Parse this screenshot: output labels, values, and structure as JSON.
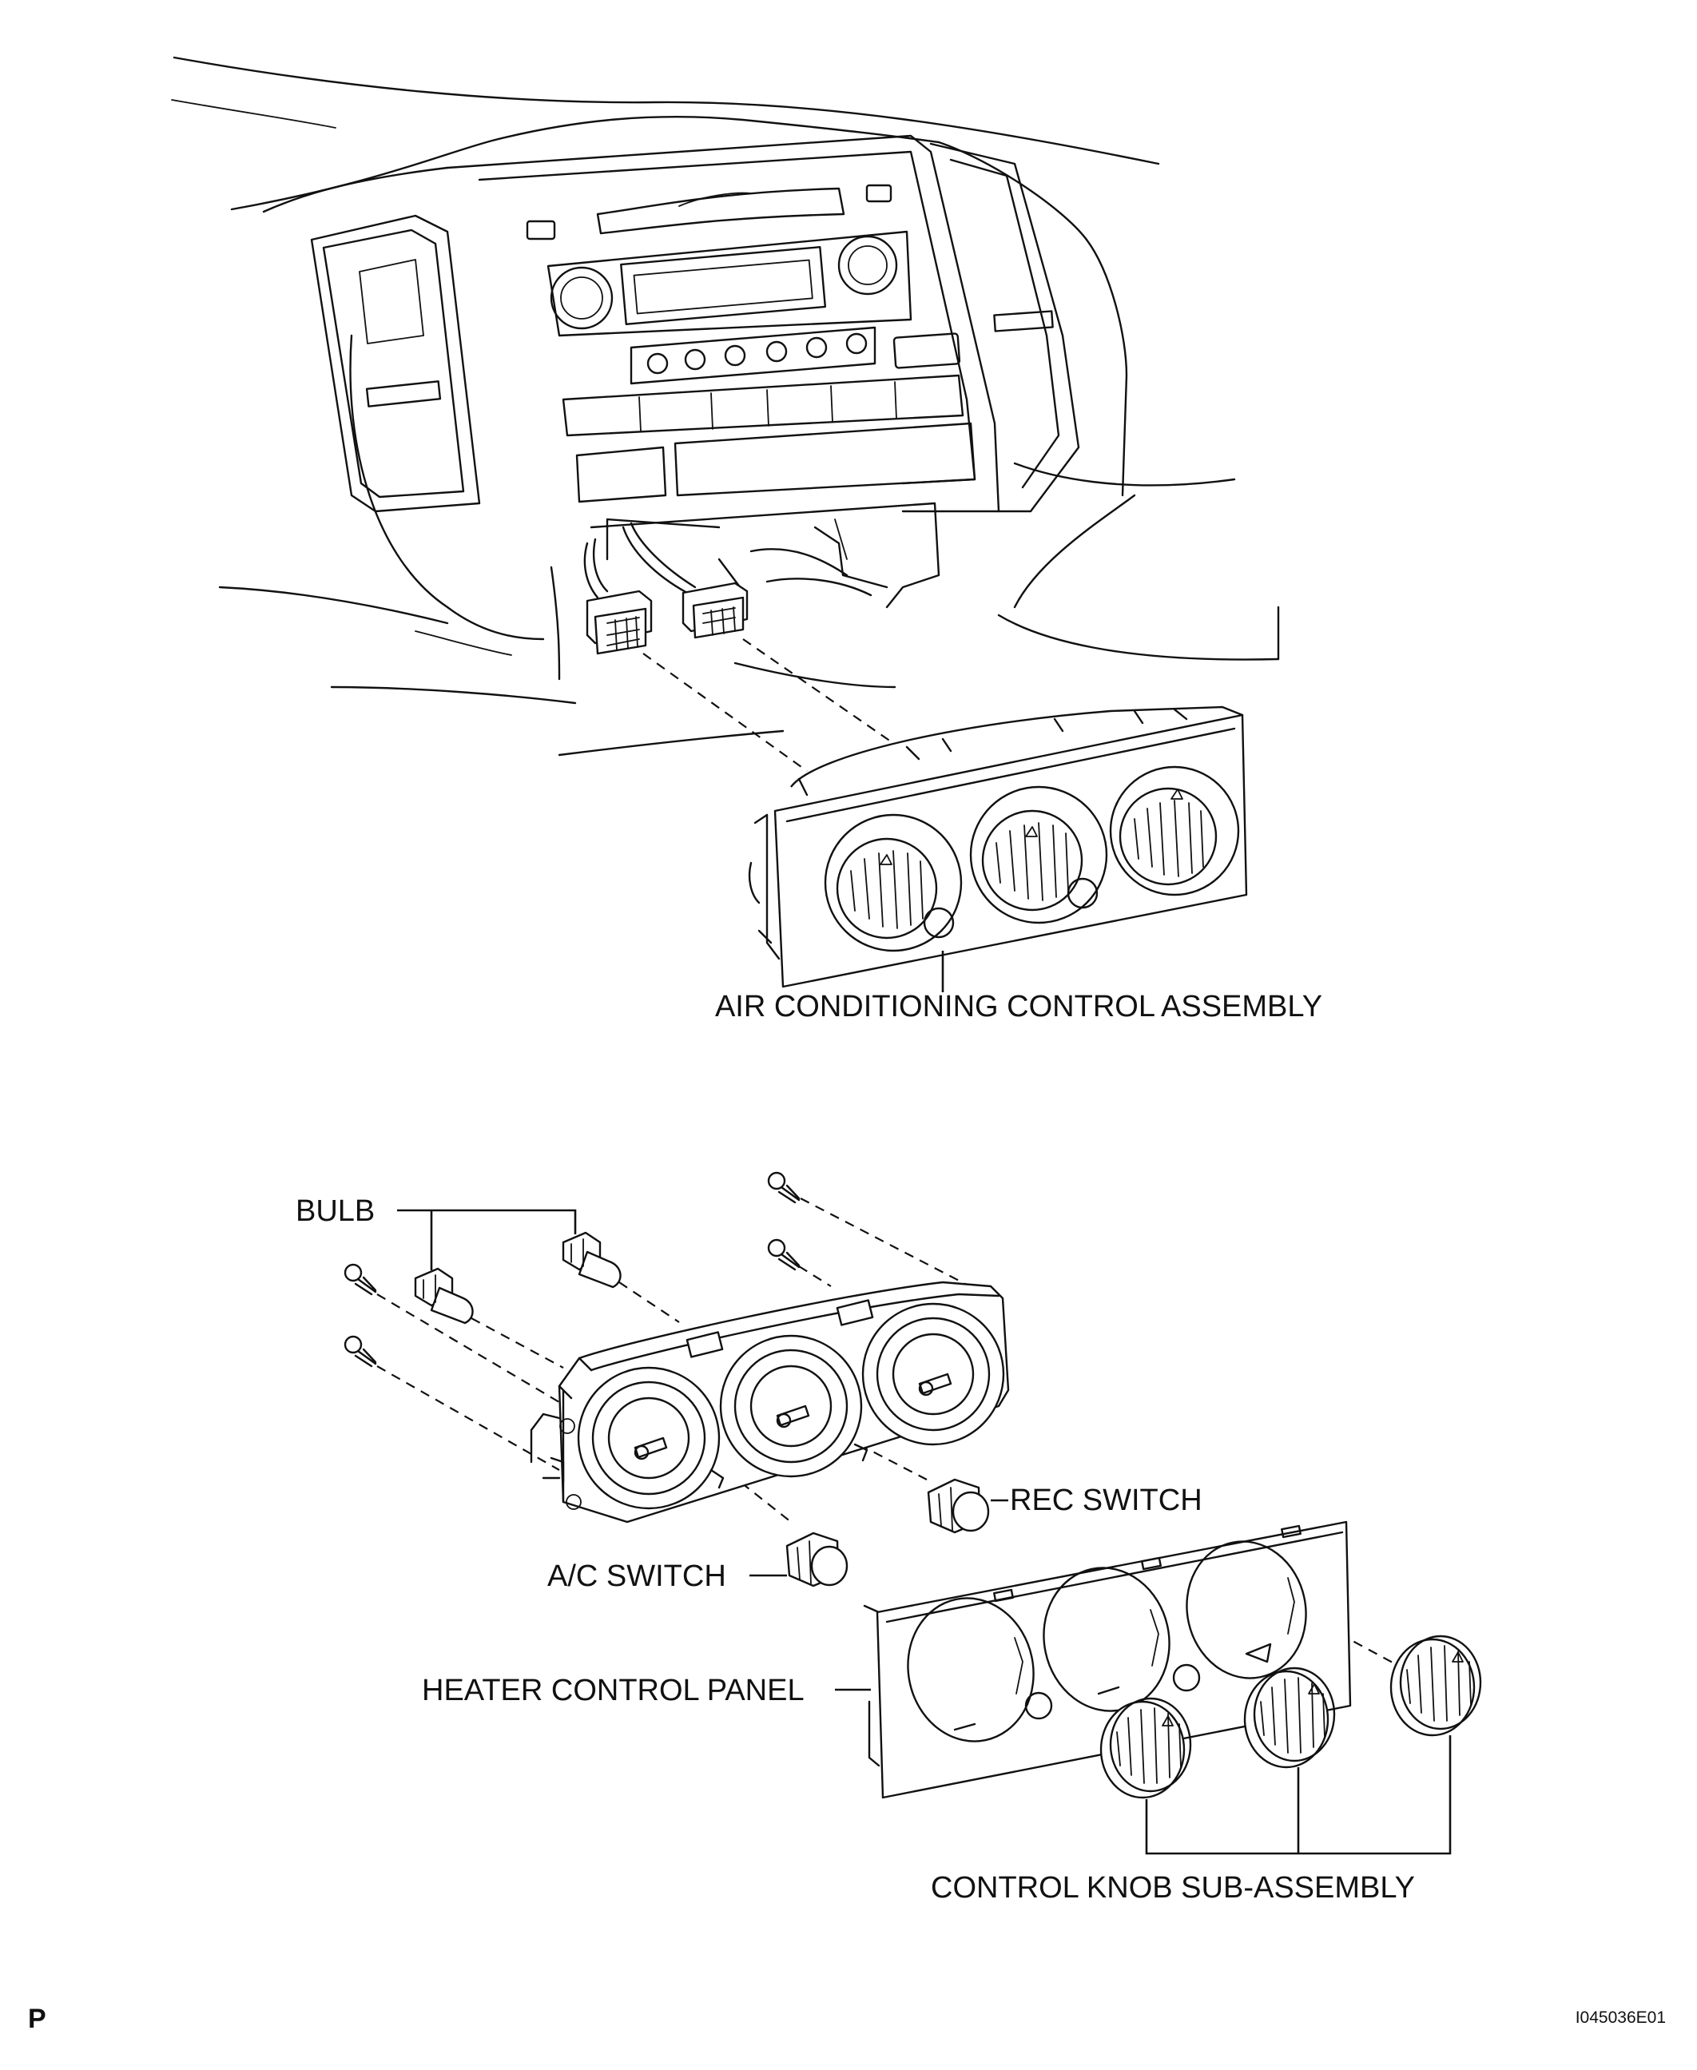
{
  "labels": {
    "air_conditioning_control_assembly": "AIR CONDITIONING CONTROL ASSEMBLY",
    "bulb": "BULB",
    "rec_switch": "REC SWITCH",
    "ac_switch": "A/C SWITCH",
    "heater_control_panel": "HEATER CONTROL PANEL",
    "control_knob_sub_assembly": "CONTROL KNOB SUB-ASSEMBLY"
  },
  "corner_mark": "P",
  "figure_code": "I045036E01"
}
